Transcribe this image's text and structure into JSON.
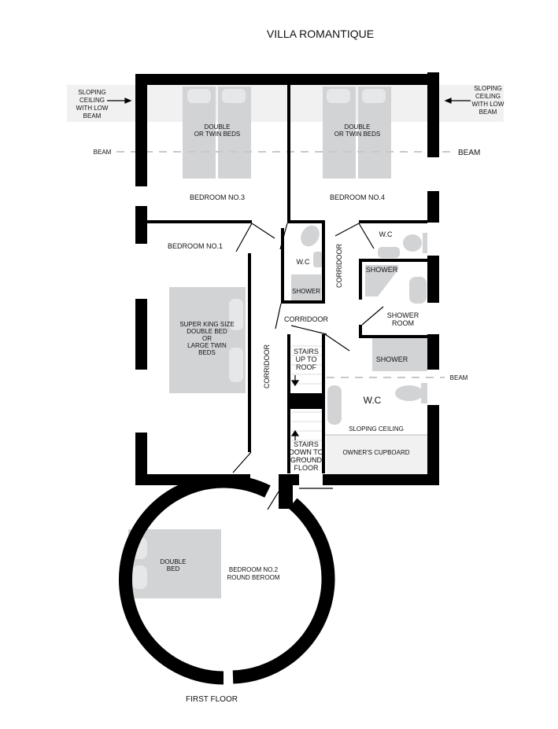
{
  "title": "VILLA ROMANTIQUE",
  "footer": "FIRST FLOOR",
  "colors": {
    "wall": "#000000",
    "furniture": "#d2d3d5",
    "sloping": "#f1f1f2",
    "beam": "#c8c8c8"
  },
  "annotations": {
    "sloping_left": [
      "SLOPING",
      "CEILING",
      "WITH LOW",
      "BEAM"
    ],
    "sloping_right": [
      "SLOPING",
      "CEILING",
      "WITH LOW",
      "BEAM"
    ],
    "beam_left": "BEAM",
    "beam_right": "BEAM",
    "beam_small": "BEAM",
    "sloping_ceiling": "SLOPING CEILING"
  },
  "rooms": {
    "bedroom3": {
      "label": "BEDROOM NO.3",
      "bed": [
        "DOUBLE",
        "OR TWIN BEDS"
      ]
    },
    "bedroom4": {
      "label": "BEDROOM NO.4",
      "bed": [
        "DOUBLE",
        "OR TWIN BEDS"
      ]
    },
    "bedroom1": {
      "label": "BEDROOM NO.1",
      "bed": [
        "SUPER KING SIZE",
        "DOUBLE BED",
        "OR",
        "LARGE TWIN",
        "BEDS"
      ]
    },
    "bedroom2": {
      "label": [
        "BEDROOM NO.2",
        "ROUND BEROOM"
      ],
      "bed": [
        "DOUBLE",
        "BED"
      ]
    },
    "wc_small": "W.C",
    "shower_small": "SHOWER",
    "wc_bed4": "W.C",
    "shower_room_shower": "SHOWER",
    "shower_room": [
      "SHOWER",
      "ROOM"
    ],
    "shower_big": "SHOWER",
    "wc_big": "W.C",
    "corridor_vertical_right": "CORRIDOOR",
    "corridor_horizontal": "CORRIDOOR",
    "corridor_vertical_left": "CORRIDOOR",
    "stairs_up": [
      "STAIRS",
      "UP TO",
      "ROOF"
    ],
    "stairs_down": [
      "STAIRS",
      "DOWN TO",
      "GROUND",
      "FLOOR"
    ],
    "owners_cupboard": "OWNER'S CUPBOARD"
  }
}
